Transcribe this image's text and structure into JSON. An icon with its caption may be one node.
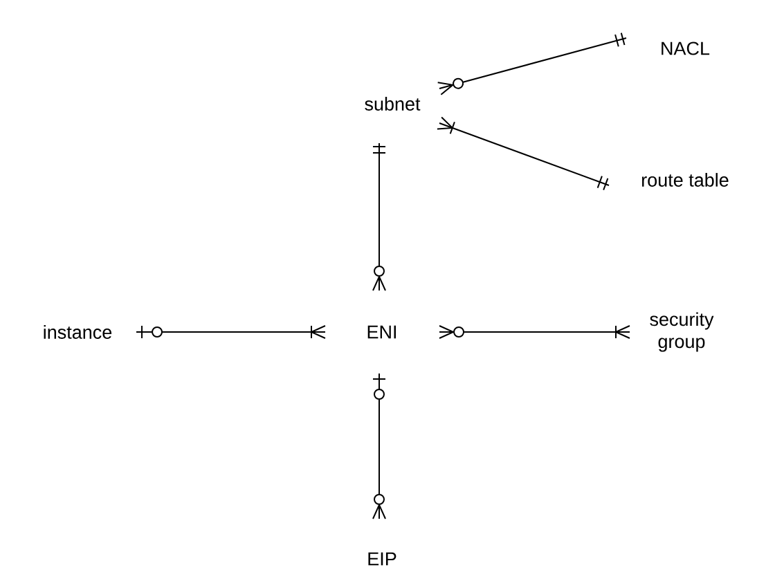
{
  "diagram": {
    "nodes": [
      {
        "text": [
          "NACL"
        ]
      },
      {
        "text": [
          "subnet"
        ]
      },
      {
        "text": [
          "route table"
        ]
      },
      {
        "text": [
          "instance"
        ]
      },
      {
        "text": [
          "ENI"
        ]
      },
      {
        "text": [
          "security group"
        ]
      },
      {
        "text": [
          "EIP"
        ]
      }
    ],
    "edges": [
      {
        "from": 1,
        "to": 0,
        "arrow": "other"
      },
      {
        "from": 1,
        "to": 2,
        "arrow": "other"
      },
      {
        "from": 4,
        "to": 1,
        "arrow": "other"
      },
      {
        "from": 3,
        "to": 4,
        "arrow": "other"
      },
      {
        "from": 4,
        "to": 5,
        "arrow": "other"
      },
      {
        "from": 4,
        "to": 6,
        "arrow": "other"
      }
    ]
  }
}
